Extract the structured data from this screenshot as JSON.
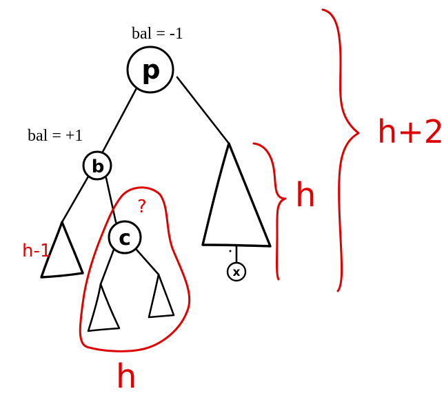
{
  "nodes": {
    "p": {
      "letter": "p",
      "balance_label": "bal = -1"
    },
    "b": {
      "letter": "b",
      "balance_label": "bal = +1"
    },
    "c": {
      "letter": "c"
    },
    "x": {
      "letter": "x"
    }
  },
  "annotations": {
    "left_subtree_height": "h-1",
    "right_subtree_height": "h",
    "circled_group_height": "h",
    "whole_tree_height": "h+2",
    "question_mark": "?"
  },
  "colors": {
    "ink": "#000000",
    "annotation": "#e00000",
    "background": "#ffffff"
  }
}
